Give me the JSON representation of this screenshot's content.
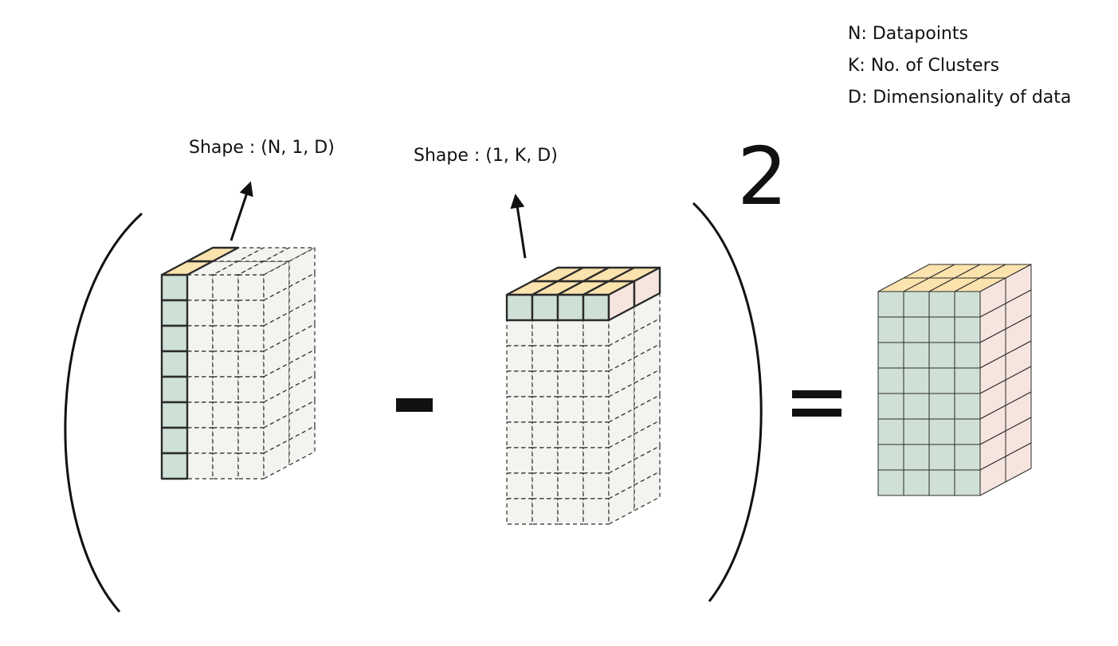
{
  "legend": {
    "n": "N: Datapoints",
    "k": "K: No. of Clusters",
    "d": "D: Dimensionality of data"
  },
  "labels": {
    "left_shape": "Shape : (N, 1, D)",
    "right_shape": "Shape : (1, K, D)"
  },
  "operators": {
    "minus": "-",
    "equals": "=",
    "exponent": "2"
  },
  "tensors": {
    "left": {
      "rows": 8,
      "cols": 1,
      "depth": 2,
      "ghost_cols": 3
    },
    "right": {
      "rows": 1,
      "cols": 4,
      "depth": 2,
      "ghost_rows": 8
    },
    "result": {
      "rows": 8,
      "cols": 4,
      "depth": 2
    }
  },
  "colors": {
    "front_face": "#cfe0d6",
    "top_face": "#fbe3ae",
    "side_face": "#f6e5df",
    "ghost_face": "#f3f3f0",
    "edge": "#2b2b2b"
  }
}
